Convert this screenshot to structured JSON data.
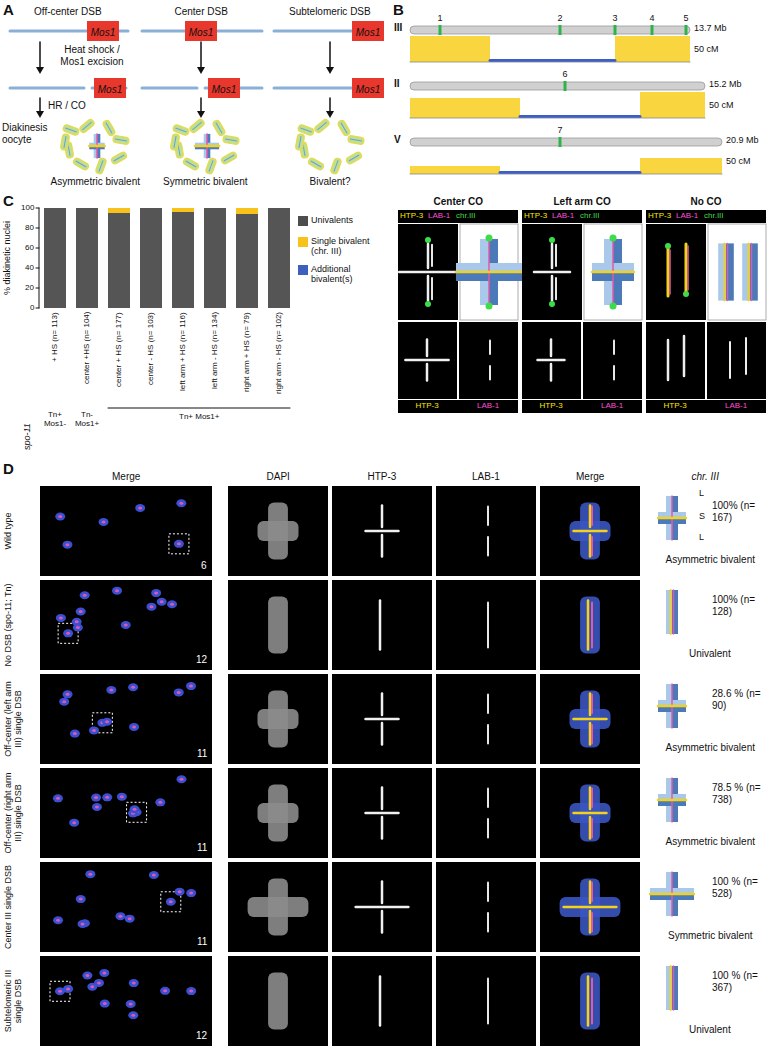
{
  "diagram": {
    "nodes": [
      {
        "text": [
          "Mos1"
        ]
      },
      {
        "text": [
          "Mos1"
        ]
      },
      {
        "text": [
          "Mos1"
        ]
      },
      {
        "text": [
          "Mos1"
        ]
      },
      {
        "text": [
          "Mos1"
        ]
      },
      {
        "text": [
          "Mos1"
        ]
      }
    ],
    "labels": [
      "A",
      "Off-center DSB",
      "Center DSB",
      "Subtelomeric DSB",
      "Heat shock / Mos1 excision",
      "HR / CO",
      "Diakinesis oocyte",
      "Asymmetric bivalent",
      "Symmetric bivalent",
      "Bivalent?",
      "B",
      "III",
      "1",
      "2",
      "3",
      "4",
      "5",
      "13.7 Mb",
      "50 cM",
      "II",
      "6",
      "15.2 Mb",
      "50 cM",
      "V",
      "7",
      "20.9 Mb",
      "50 cM",
      "C",
      "% diakinetic nuclei",
      "100",
      "80",
      "60",
      "40",
      "20",
      "0",
      "+ HS (n= 113)",
      "center +HS (n= 104)",
      "center + HS (n= 177)",
      "center - HS (n= 103)",
      "left arm + HS (n= 116)",
      "left arm - HS (n= 134)",
      "right arm + HS (n= 79)",
      "right arm - HS (n= 102)",
      "spo-11",
      "Tn+ Mos1-",
      "Tn- Mos1+",
      "Tn+ Mos1+",
      "Center CO",
      "Left arm CO",
      "No CO",
      "HTP-3",
      "LAB-1",
      "chr.III",
      "HTP-3",
      "LAB-1",
      "HTP-3",
      "LAB-1",
      "chr.III",
      "HTP-3",
      "LAB-1",
      "HTP-3",
      "LAB-1",
      "chr.III",
      "HTP-3",
      "LAB-1",
      "D",
      "Merge",
      "DAPI",
      "HTP-3",
      "LAB-1",
      "Merge",
      "chr. III",
      "Wild type",
      "6",
      "L",
      "S",
      "L",
      "100% (n= 167)",
      "Asymmetric bivalent",
      "No DSB (spo-11; Tn)",
      "12",
      "100% (n= 128)",
      "Univalent",
      "Off-center (left arm III) single DSB",
      "11",
      "28.6 % (n= 90)",
      "Asymmetric bivalent",
      "Off-center (right arm III) single DSB",
      "11",
      "78.5 % (n= 738)",
      "Asymmetric bivalent",
      "Center III single DSB",
      "11",
      "100 % (n= 528)",
      "Symmetric bivalent",
      "Subtelomeric III single DSB",
      "12",
      "100 % (n= 367)",
      "Univalent"
    ],
    "legend": [
      {
        "text": "Univalents",
        "color": "#4d4d4d"
      },
      {
        "text": "Single bivalent (chr. III)",
        "color": "#f7c21b"
      },
      {
        "text": "Additional bivalent(s)",
        "color": "#3f5fbf"
      }
    ]
  }
}
